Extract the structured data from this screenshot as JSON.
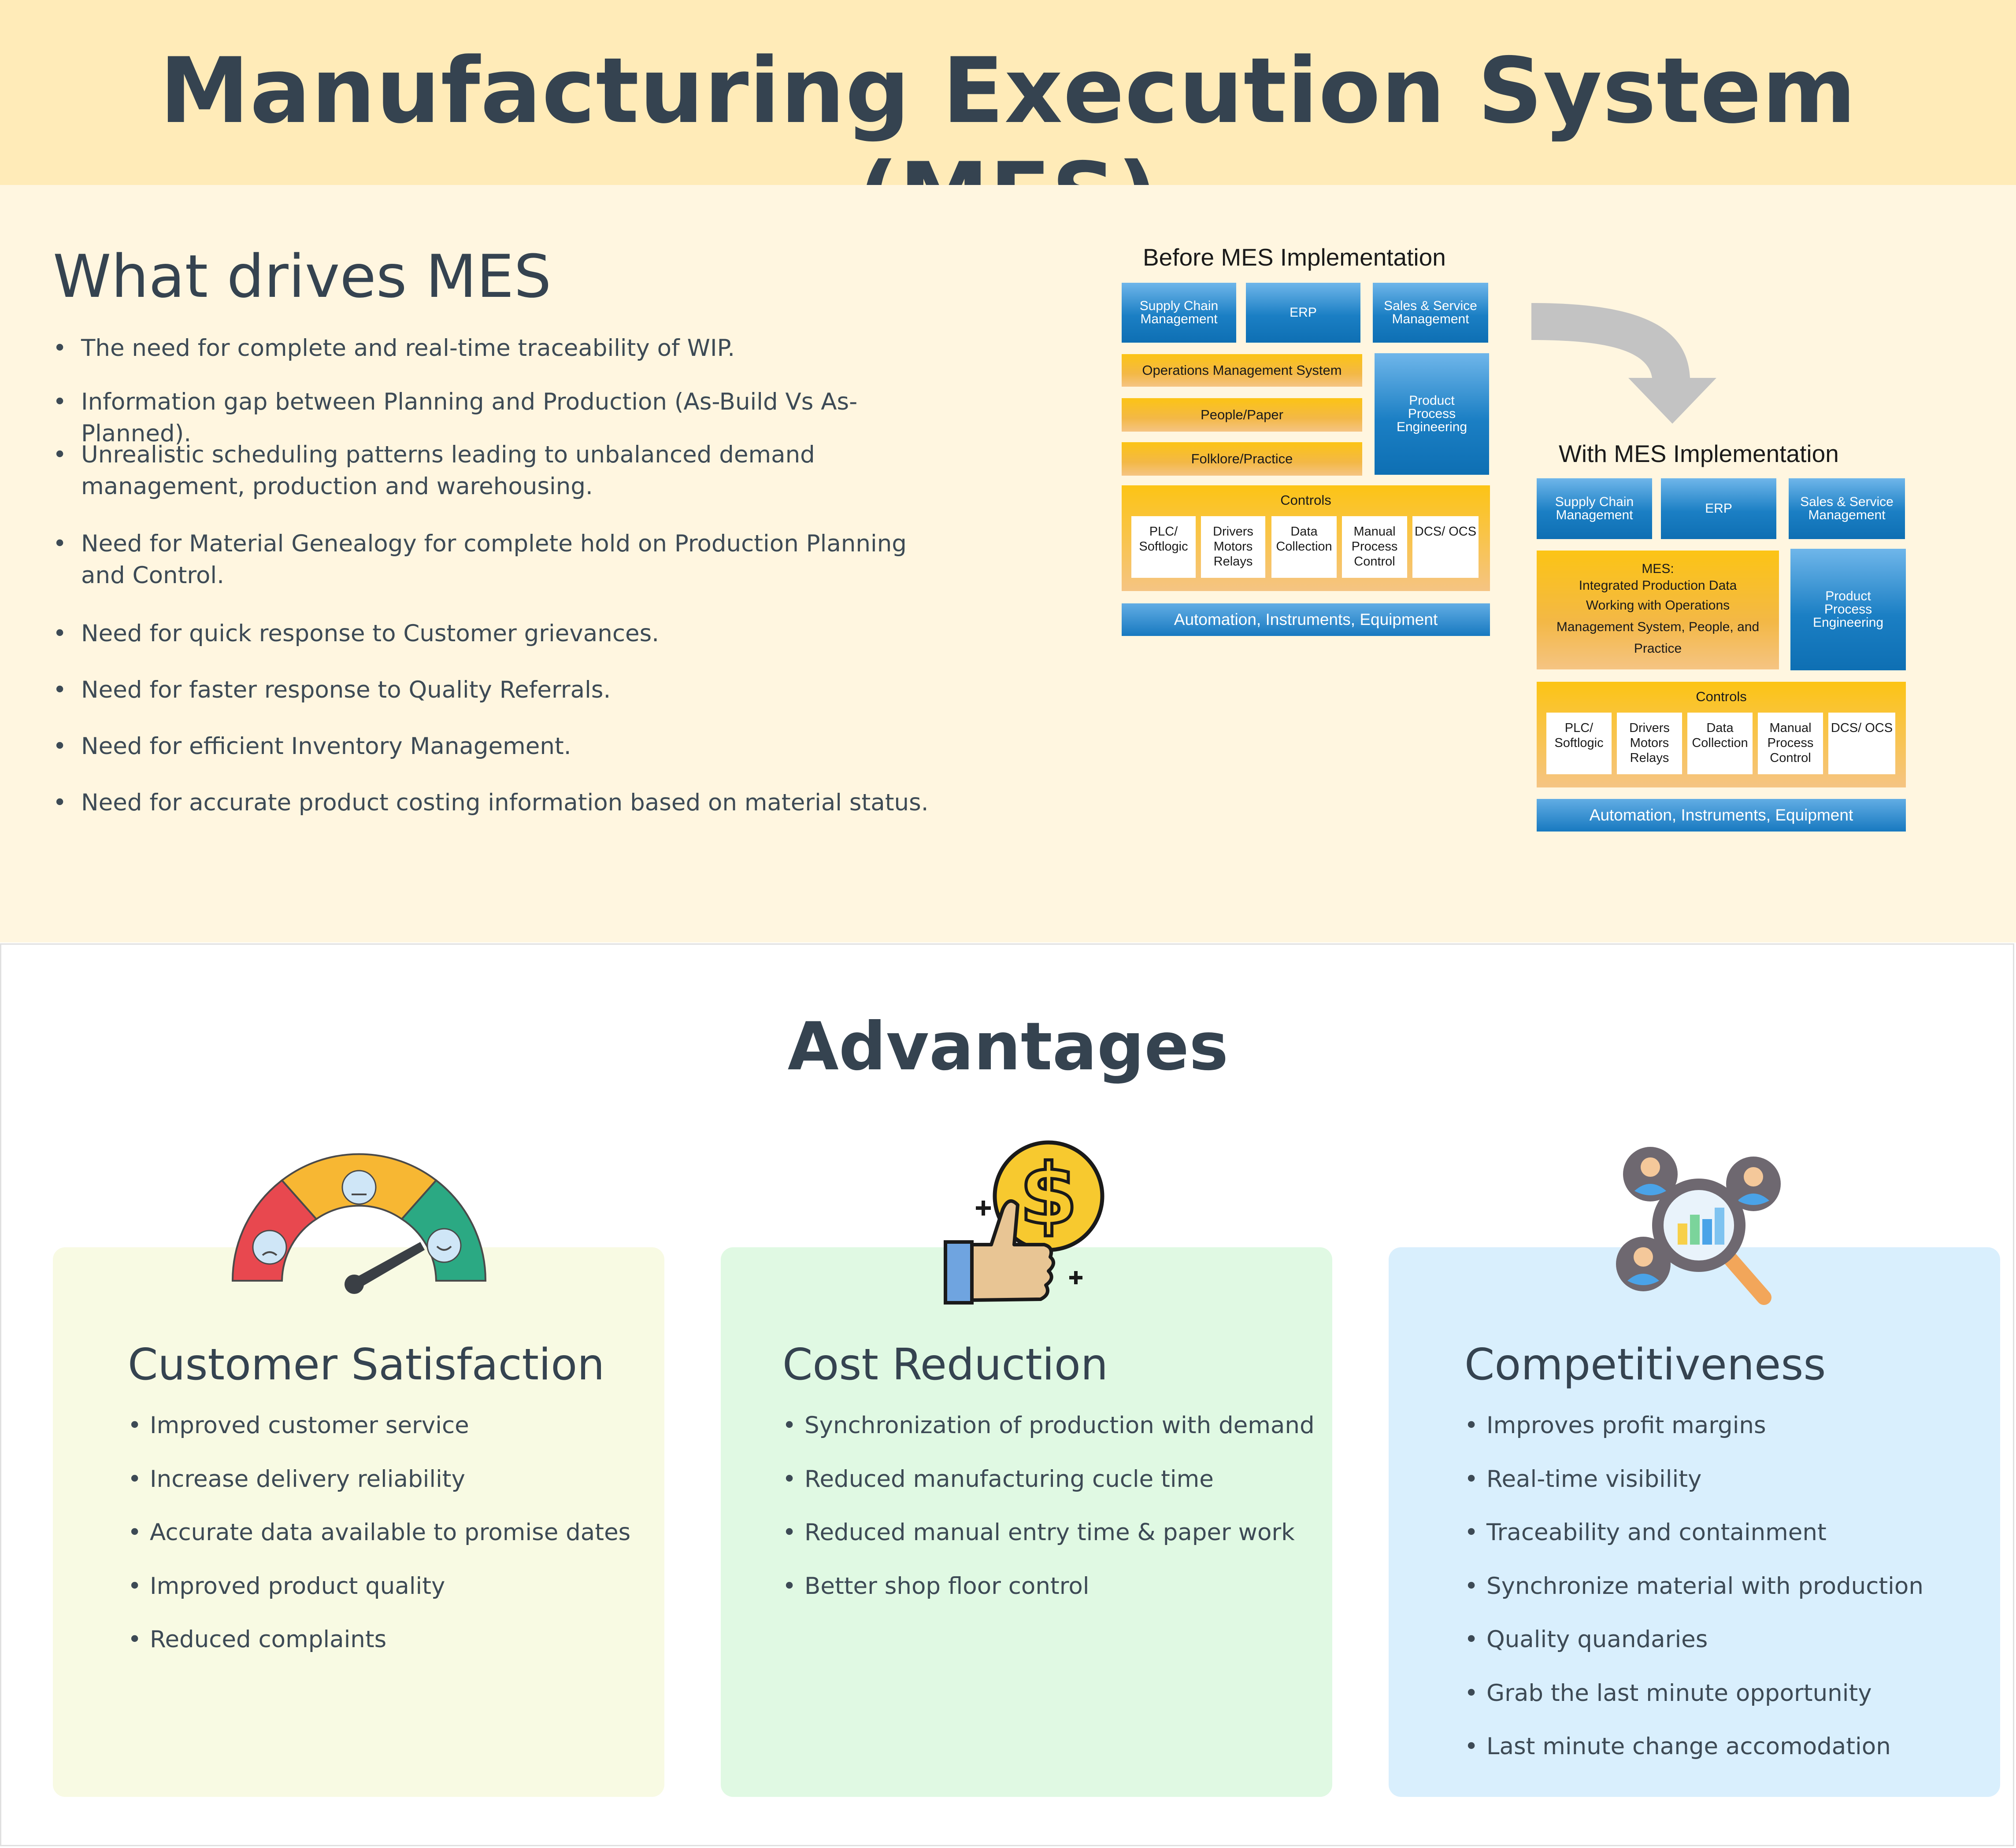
{
  "header": {
    "title": "Manufacturing Execution System (MES)"
  },
  "drivers": {
    "heading": "What drives MES",
    "items": [
      "The need for complete and real-time traceability of WIP.",
      "Information gap between Planning and Production (As-Build Vs As-Planned).",
      "Unrealistic scheduling patterns leading to unbalanced demand management, production and warehousing.",
      "Need for Material Genealogy for complete hold on Production Planning and Control.",
      "Need for quick response to Customer grievances.",
      "Need for faster response to Quality Referrals.",
      "Need for efficient Inventory Management.",
      "Need for accurate product costing information based on material status."
    ]
  },
  "before": {
    "title": "Before MES Implementation",
    "supply_chain": "Supply Chain Management",
    "erp": "ERP",
    "sales": "Sales & Service Management",
    "ops": "Operations Management System",
    "people": "People/Paper",
    "folklore": "Folklore/Practice",
    "product": "Product Process Engineering",
    "controls": "Controls",
    "cells": [
      "PLC/ Softlogic",
      "Drivers Motors Relays",
      "Data Collection",
      "Manual Process Control",
      "DCS/ OCS"
    ],
    "automation": "Automation, Instruments, Equipment"
  },
  "after": {
    "title": "With MES Implementation",
    "supply_chain": "Supply Chain Management",
    "erp": "ERP",
    "sales": "Sales & Service Management",
    "mes_lines": [
      "MES:",
      "Integrated Production Data",
      "Working with Operations",
      "Management System, People, and",
      "Practice"
    ],
    "product": "Product Process Engineering",
    "controls": "Controls",
    "cells": [
      "PLC/ Softlogic",
      "Drivers Motors Relays",
      "Data Collection",
      "Manual Process Control",
      "DCS/ OCS"
    ],
    "automation": "Automation, Instruments, Equipment"
  },
  "advantages": {
    "title": "Advantages",
    "cards": [
      {
        "title": "Customer Satisfaction",
        "icon": "satisfaction-gauge-icon",
        "color": "#f8fae3",
        "items": [
          "Improved customer service",
          "Increase delivery reliability",
          "Accurate data available to promise dates",
          "Improved product quality",
          "Reduced complaints"
        ]
      },
      {
        "title": "Cost Reduction",
        "icon": "thumbs-up-dollar-icon",
        "color": "#e0f9e3",
        "items": [
          "Synchronization of production with demand",
          "Reduced manufacturing cucle time",
          "Reduced manual entry time & paper work",
          "Better shop floor control"
        ]
      },
      {
        "title": "Competitiveness",
        "icon": "analytics-people-icon",
        "color": "#d9effd",
        "items": [
          "Improves profit margins",
          "Real-time visibility",
          "Traceability and containment",
          "Synchronize material with production",
          "Quality quandaries",
          "Grab the last minute opportunity",
          "Last minute change accomodation"
        ]
      }
    ]
  }
}
